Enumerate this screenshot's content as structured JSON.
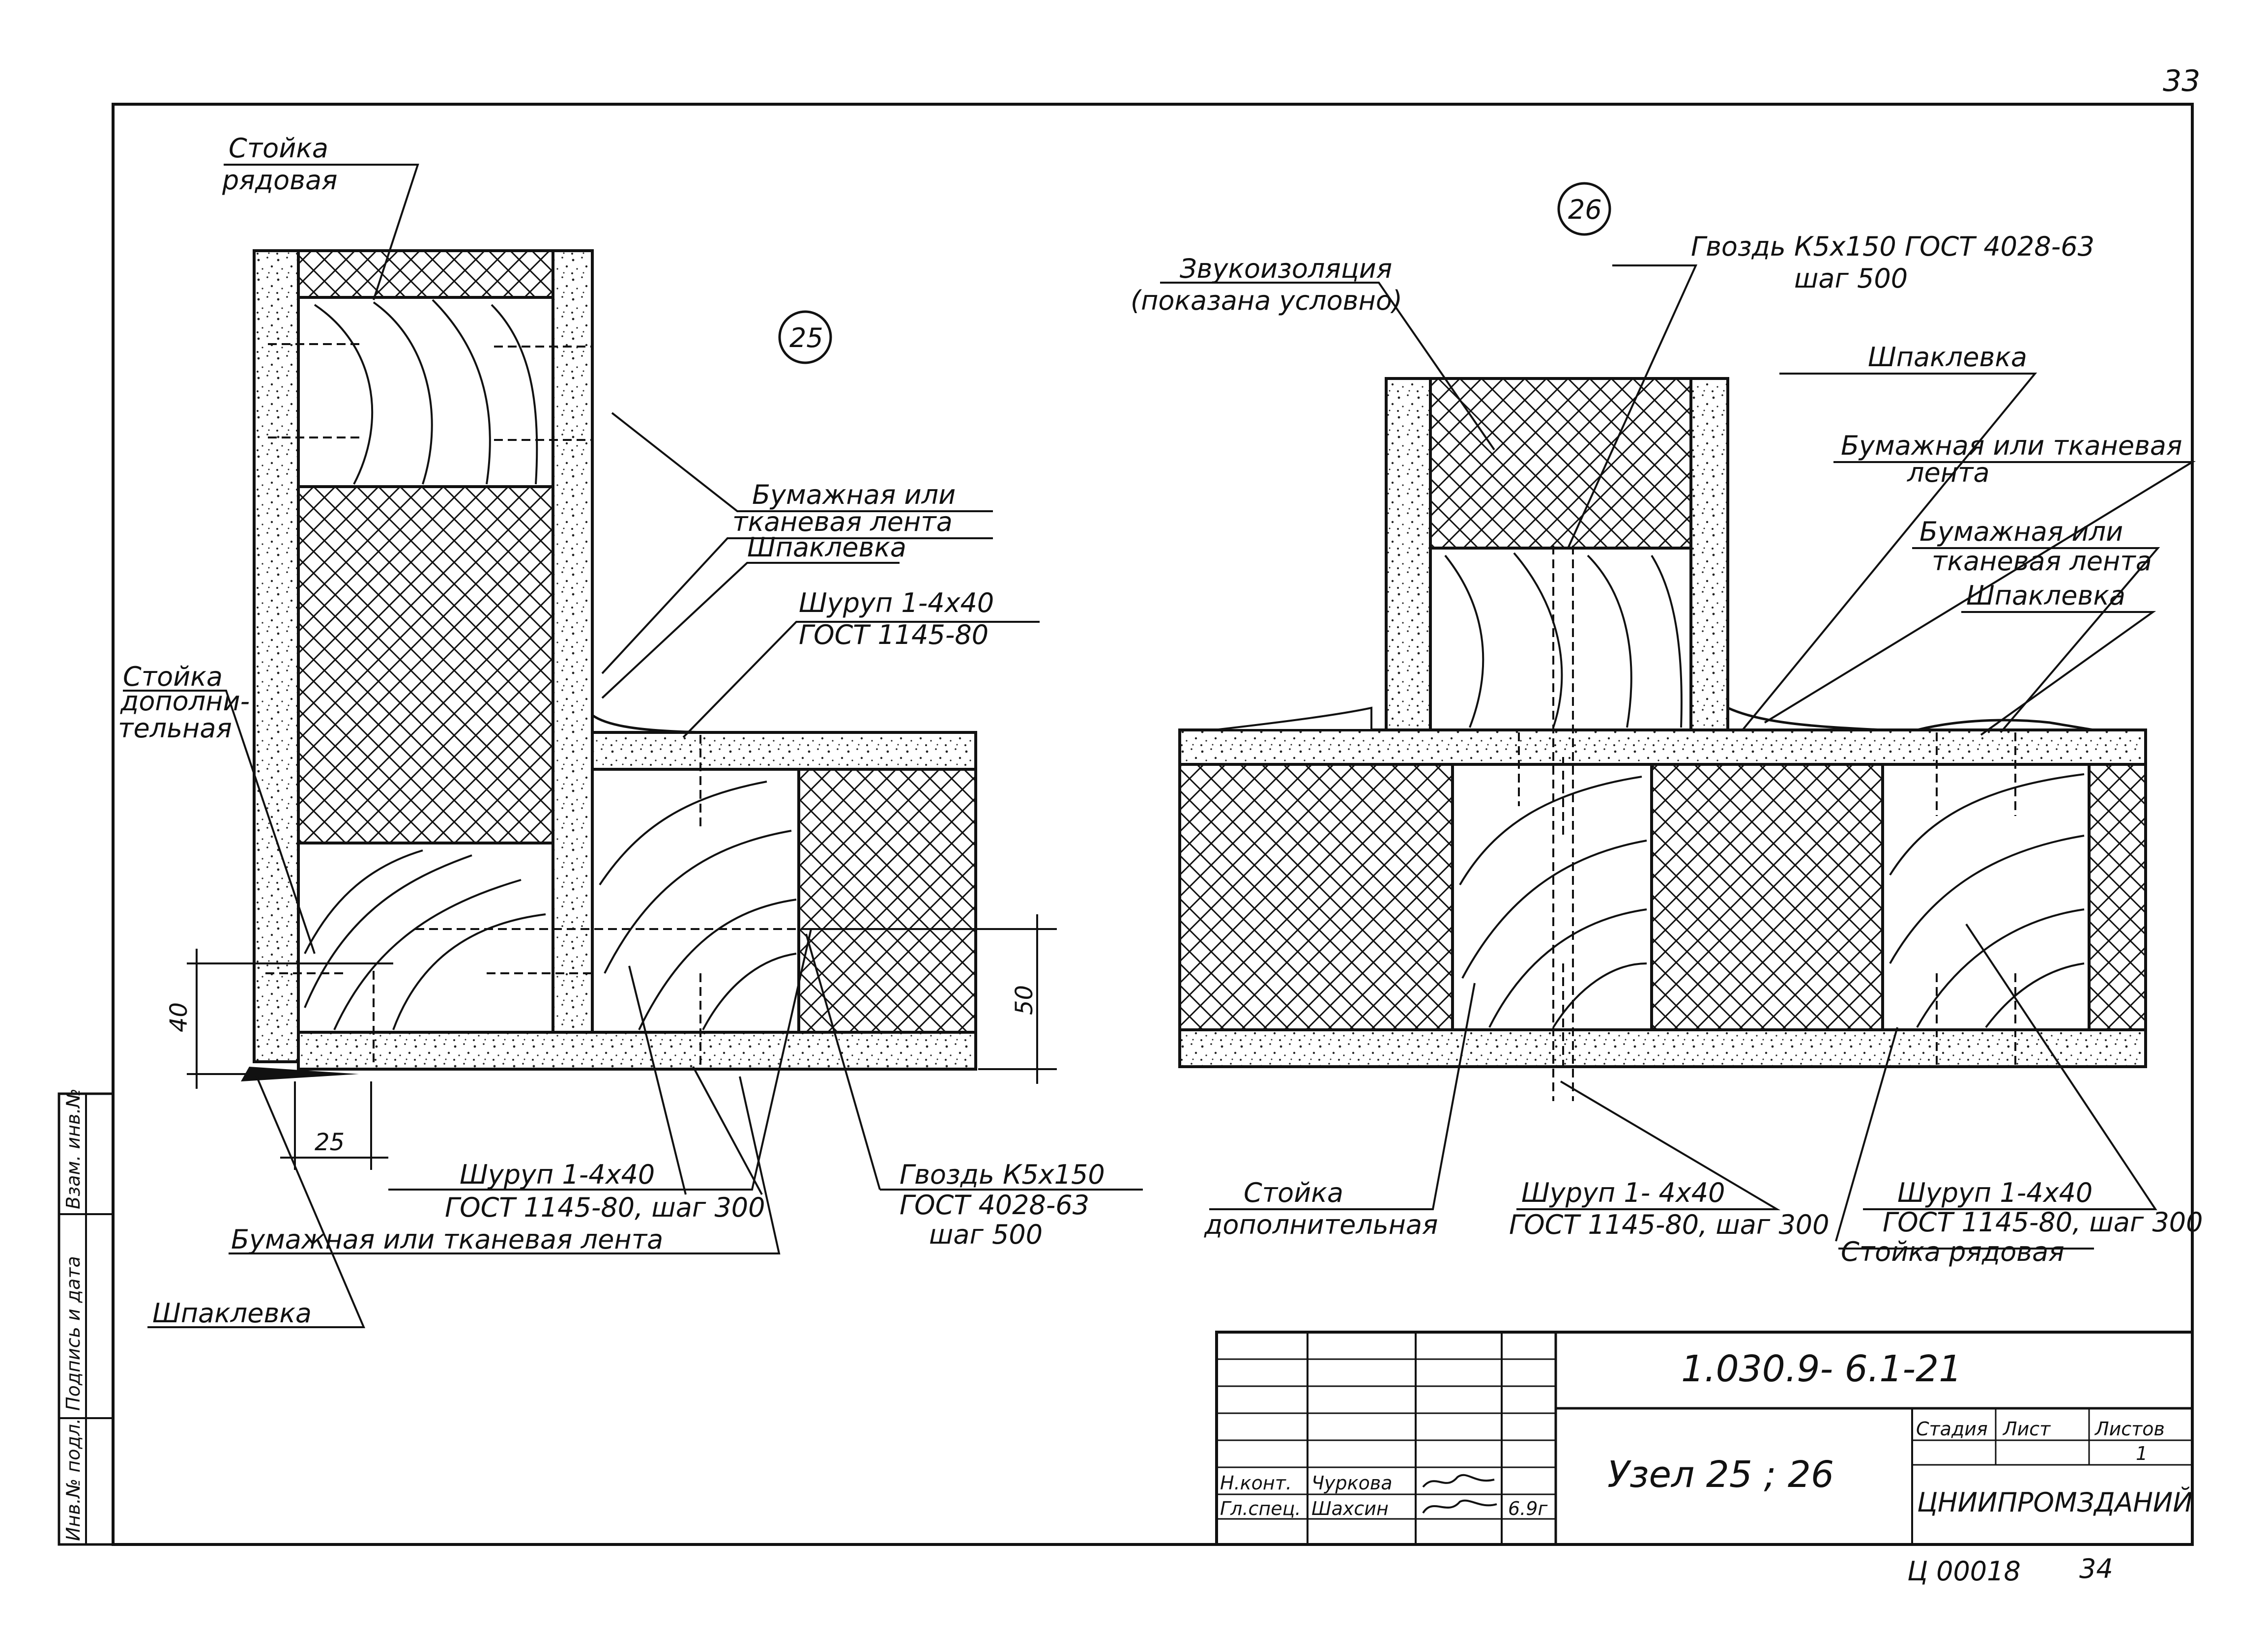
{
  "page_number": "33",
  "bottom_codes": {
    "left": "Ц 00018",
    "right": "34"
  },
  "node25": {
    "marker": "25",
    "labels": {
      "stoika_ryadovaya_1": "Стойка",
      "stoika_ryadovaya_2": "рядовая",
      "lenta_1": "Бумажная или",
      "lenta_2": "тканевая лента",
      "shpaklevka_top": "Шпаклевка",
      "shurup_top_1": "Шуруп 1-4x40",
      "shurup_top_2": "ГОСТ 1145-80",
      "stoika_dop_1": "Стойка",
      "stoika_dop_2": "дополни-",
      "stoika_dop_3": "тельная",
      "dim_40": "40",
      "dim_50": "50",
      "dim_25": "25",
      "shurup_bottom_1": "Шуруп 1-4x40",
      "shurup_bottom_2": "ГОСТ 1145-80,  шаг 300",
      "gvozd_1": "Гвоздь К5x150",
      "gvozd_2": "ГОСТ 4028-63",
      "gvozd_3": "шаг 500",
      "lenta_bottom": "Бумажная или тканевая  лента",
      "shpaklevka_bottom": "Шпаклевка"
    }
  },
  "node26": {
    "marker": "26",
    "labels": {
      "zvuk_1": "Звукоизоляция",
      "zvuk_2": "(показана условно)",
      "gvozd_1": "Гвоздь  К5x150  ГОСТ 4028-63",
      "gvozd_2": "шаг 500",
      "shpaklevka_1": "Шпаклевка",
      "lenta_a_1": "Бумажная или тканевая",
      "lenta_a_2": "лента",
      "lenta_b_1": "Бумажная или",
      "lenta_b_2": "тканевая лента",
      "shpaklevka_2": "Шпаклевка",
      "stoika_dop_1": "Стойка",
      "stoika_dop_2": "дополнительная",
      "shurup_mid_1": "Шуруп 1- 4x40",
      "shurup_mid_2": "ГОСТ 1145-80, шаг 300",
      "shurup_right_1": "Шуруп 1-4x40",
      "shurup_right_2": "ГОСТ 1145-80, шаг 300",
      "stoika_ryad": "Стойка рядовая"
    }
  },
  "side_stamp": {
    "cells": [
      "Инв.№ подл.",
      "Подпись и дата",
      "Взам. инв.№"
    ]
  },
  "title_block": {
    "code": "1.030.9- 6.1-21",
    "title": "Узел  25 ; 26",
    "org": "ЦНИИПРОМЗДАНИЙ",
    "headers": {
      "stage": "Стадия",
      "sheet": "Лист",
      "sheets": "Листов"
    },
    "sheets_value": "1",
    "rows": [
      {
        "role": "Н.конт.",
        "name": "Чуркова"
      },
      {
        "role": "Гл.спец.",
        "name": "Шахсин"
      }
    ],
    "date": "6.9г"
  }
}
